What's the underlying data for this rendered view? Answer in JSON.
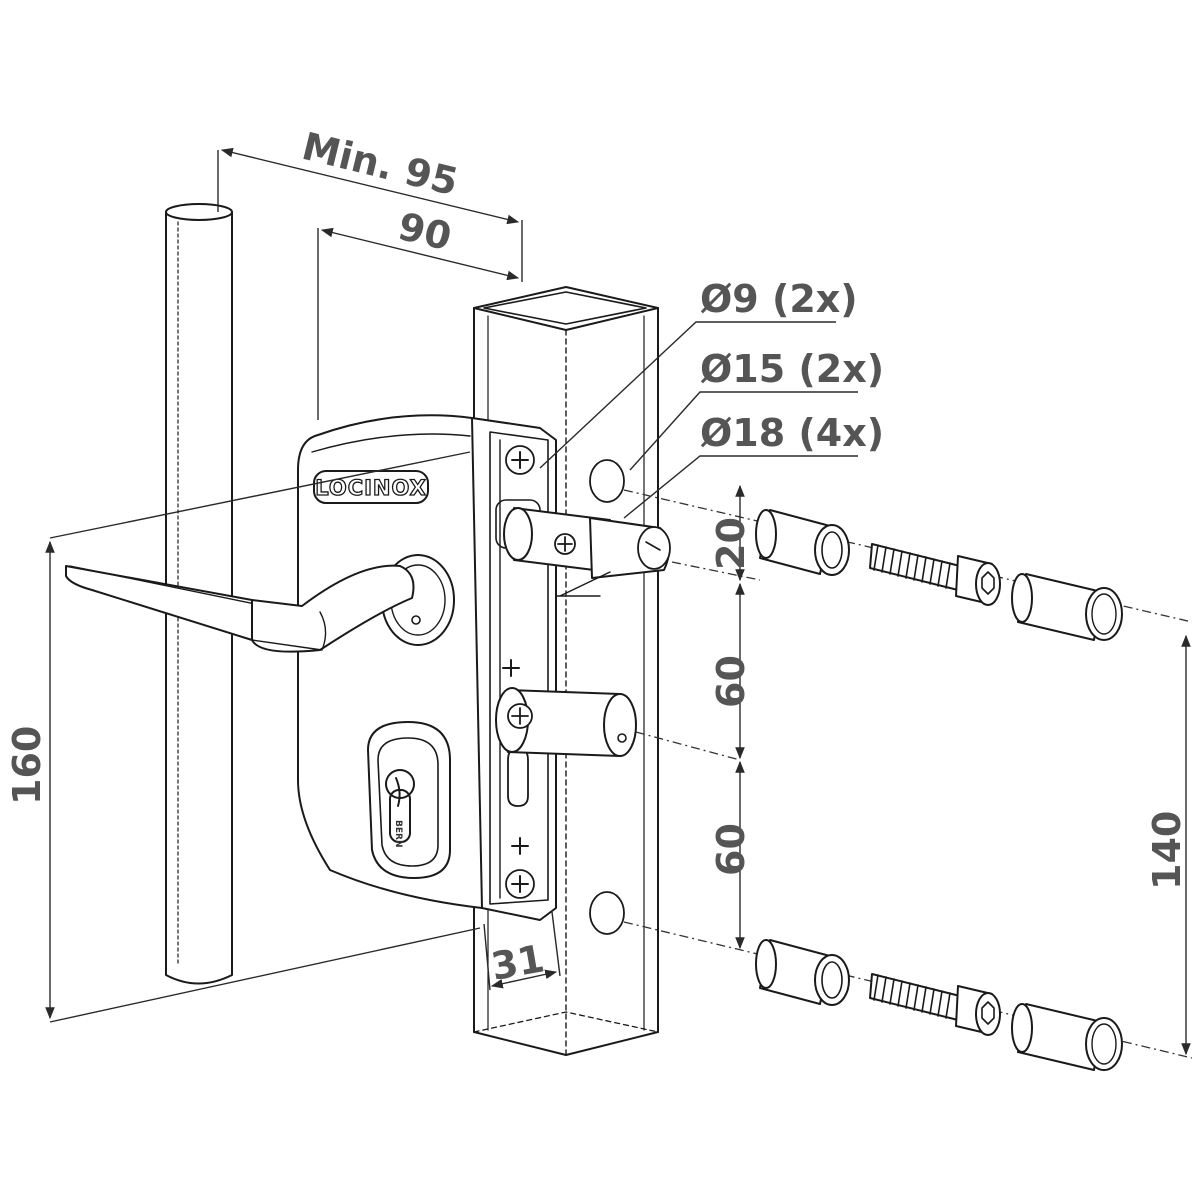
{
  "brand": "LOCINOX",
  "cylinder_text": "BERN",
  "dimensions": {
    "min_width": "Min. 95",
    "body_width": "90",
    "height": "160",
    "bolt_offset": "20",
    "gap_upper": "60",
    "gap_lower": "60",
    "fixing_distance": "140",
    "profile_width": "31"
  },
  "holes": {
    "d9": "Ø9 (2x)",
    "d15": "Ø15 (2x)",
    "d18": "Ø18 (4x)"
  }
}
